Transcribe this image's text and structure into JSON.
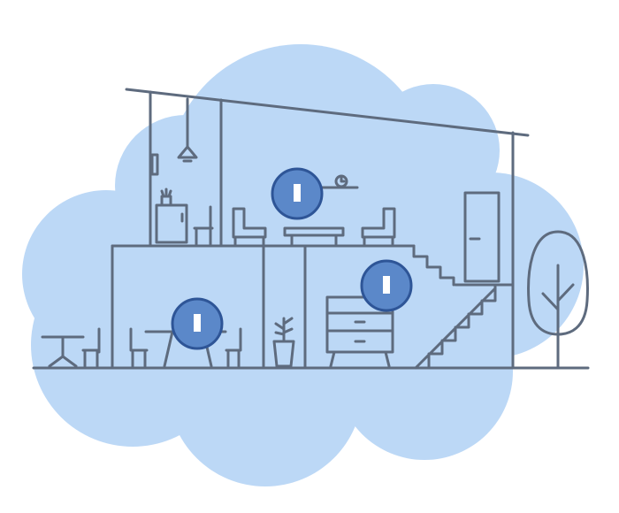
{
  "illustration": {
    "theme": "mesh-wifi-home-coverage",
    "colors": {
      "background": "#ffffff",
      "coverage_cloud": "#bcd8f6",
      "line": "#5e6b7e",
      "node_fill": "#5b88c9",
      "node_ring": "#2e5597",
      "node_device": "#ffffff",
      "ground": "#5e6b7e"
    },
    "wifi_nodes": [
      {
        "name": "upstairs-living-room-node"
      },
      {
        "name": "upstairs-stair-room-node"
      },
      {
        "name": "downstairs-dining-node"
      }
    ],
    "rooms": [
      {
        "name": "kitchen-top-left"
      },
      {
        "name": "living-room-top"
      },
      {
        "name": "stair-room-top-right"
      },
      {
        "name": "dining-room-bottom-left"
      },
      {
        "name": "hallway-bottom-middle"
      },
      {
        "name": "storage-room-bottom-right"
      }
    ]
  }
}
